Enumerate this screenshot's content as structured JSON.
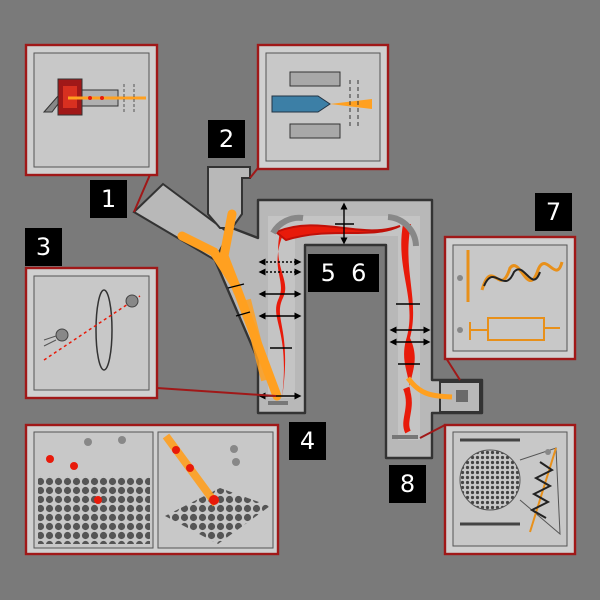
{
  "labels": {
    "l1": "1",
    "l2": "2",
    "l3": "3",
    "l4": "4",
    "l56": "5  6",
    "l7": "7",
    "l8": "8"
  },
  "colors": {
    "background": "#7a7a7a",
    "panel_fill": "#d0d0d0",
    "panel_border": "#a01818",
    "apparatus_fill": "#b8b8b8",
    "apparatus_stroke": "#333333",
    "ion_beam": "#ffa020",
    "laser_beam": "#e81a0a",
    "label_box": "#000000",
    "label_text": "#ffffff"
  },
  "icons": [
    "laser-ablation-source-icon",
    "electrospray-source-icon",
    "photoionization-icon",
    "surface-sputtering-icon",
    "spiral-trajectory-icon",
    "detector-icon"
  ]
}
